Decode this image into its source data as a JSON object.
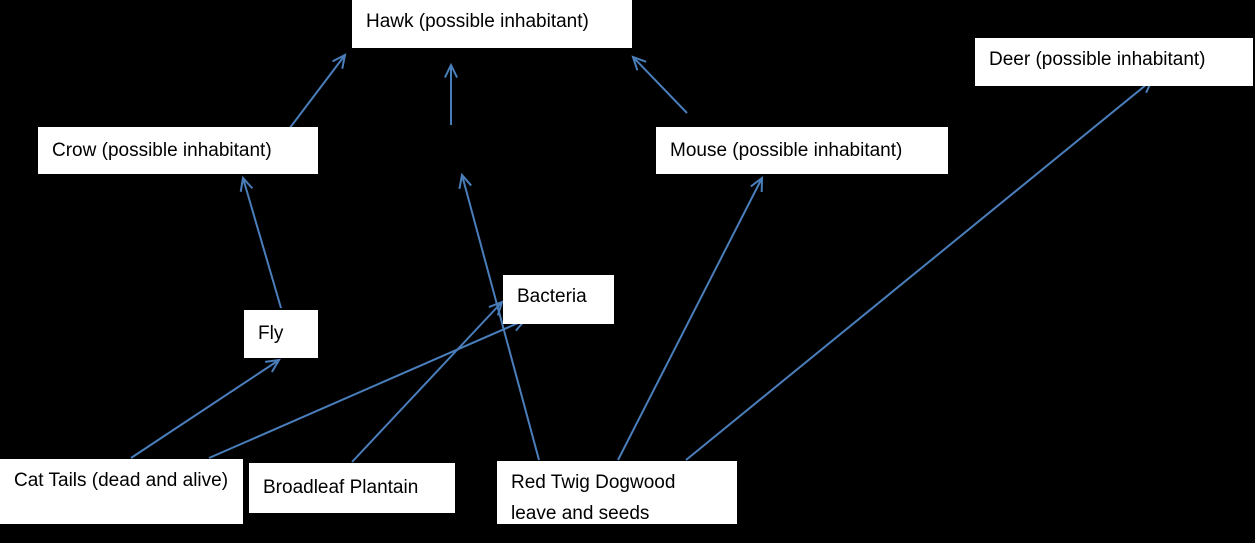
{
  "nodes": {
    "hawk": "Hawk (possible inhabitant)",
    "deer": "Deer (possible inhabitant)",
    "crow": "Crow (possible inhabitant)",
    "mouse": "Mouse (possible inhabitant)",
    "fly": "Fly",
    "bacteria": "Bacteria",
    "cattails": "Cat Tails (dead and alive)",
    "broadleaf": "Broadleaf Plantain",
    "redtwig": "Red Twig Dogwood leave and seeds"
  },
  "edges": [
    {
      "from": "crow",
      "to": "hawk"
    },
    {
      "from": "unlabeled",
      "to": "hawk"
    },
    {
      "from": "mouse",
      "to": "hawk"
    },
    {
      "from": "fly",
      "to": "crow"
    },
    {
      "from": "redtwig",
      "to": "unlabeled"
    },
    {
      "from": "cattails",
      "to": "fly"
    },
    {
      "from": "cattails",
      "to": "bacteria"
    },
    {
      "from": "broadleaf",
      "to": "bacteria"
    },
    {
      "from": "redtwig",
      "to": "mouse"
    },
    {
      "from": "redtwig",
      "to": "deer"
    }
  ],
  "colors": {
    "arrow": "#4a7ebb",
    "background": "#000000",
    "box": "#ffffff"
  }
}
